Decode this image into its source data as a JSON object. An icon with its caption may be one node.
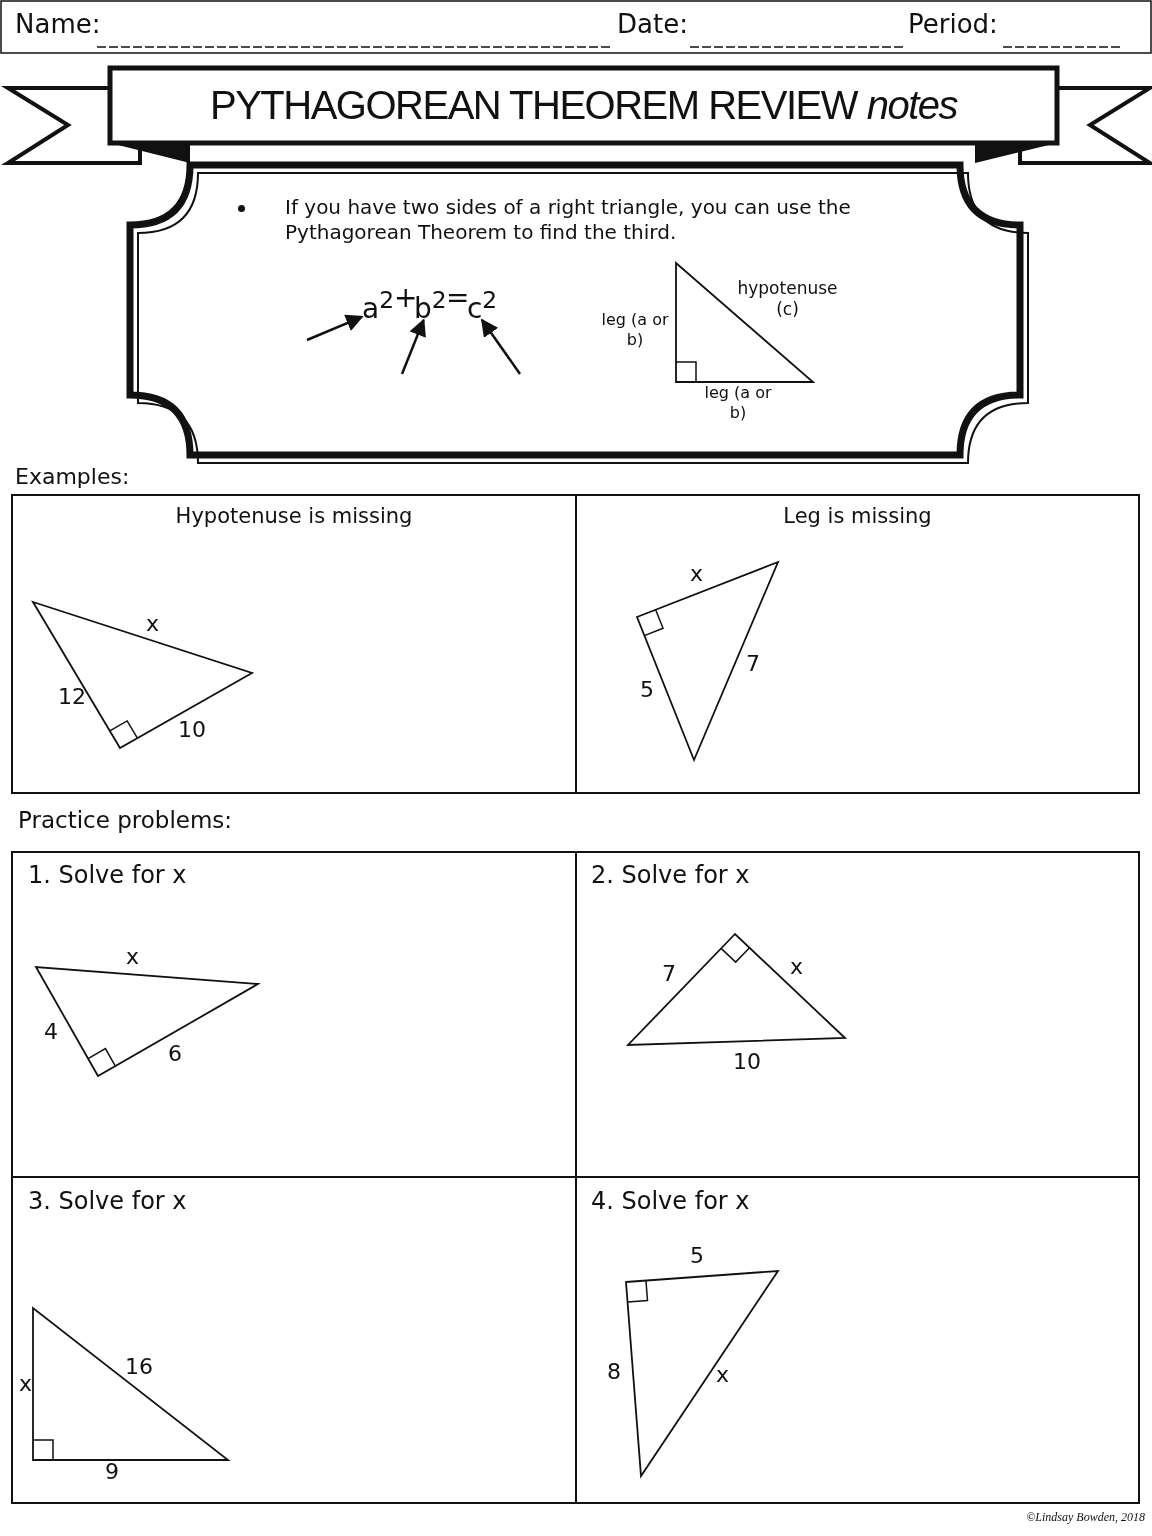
{
  "diagram": {
    "title": "PYTHAGOREAN THEOREM REVIEW *notes*",
    "nodes": [
      {
        "text": [
          "a$^{2}$"
        ]
      },
      {
        "text": [
          "b$^{2}$"
        ]
      },
      {
        "text": [
          "c$^{2}$"
        ]
      }
    ],
    "edges": [
      {
        "from": null,
        "to": 0,
        "arrow": "to"
      },
      {
        "from": null,
        "to": 1,
        "arrow": "to"
      },
      {
        "from": null,
        "to": 2,
        "arrow": "to"
      }
    ],
    "labels": [
      "Name:",
      "Date:",
      "Period:",
      "If you have two sides of a right triangle, you can use the Pythagorean Theorem to find the third.",
      "+",
      "=",
      "hypotenuse (c)",
      "leg (a or b)",
      "leg (a or b)",
      "Examples:",
      "Hypotenuse is missing",
      "Leg is missing",
      "x",
      "12",
      "10",
      "x",
      "5",
      "7",
      "Practice problems:",
      "1. Solve for x",
      "x",
      "4",
      "6",
      "2. Solve for x",
      "7",
      "x",
      "10",
      "3. Solve for x",
      "x",
      "16",
      "9",
      "4. Solve for x",
      "5",
      "8",
      "x",
      "©Lindsay Bowden, 2018"
    ]
  }
}
